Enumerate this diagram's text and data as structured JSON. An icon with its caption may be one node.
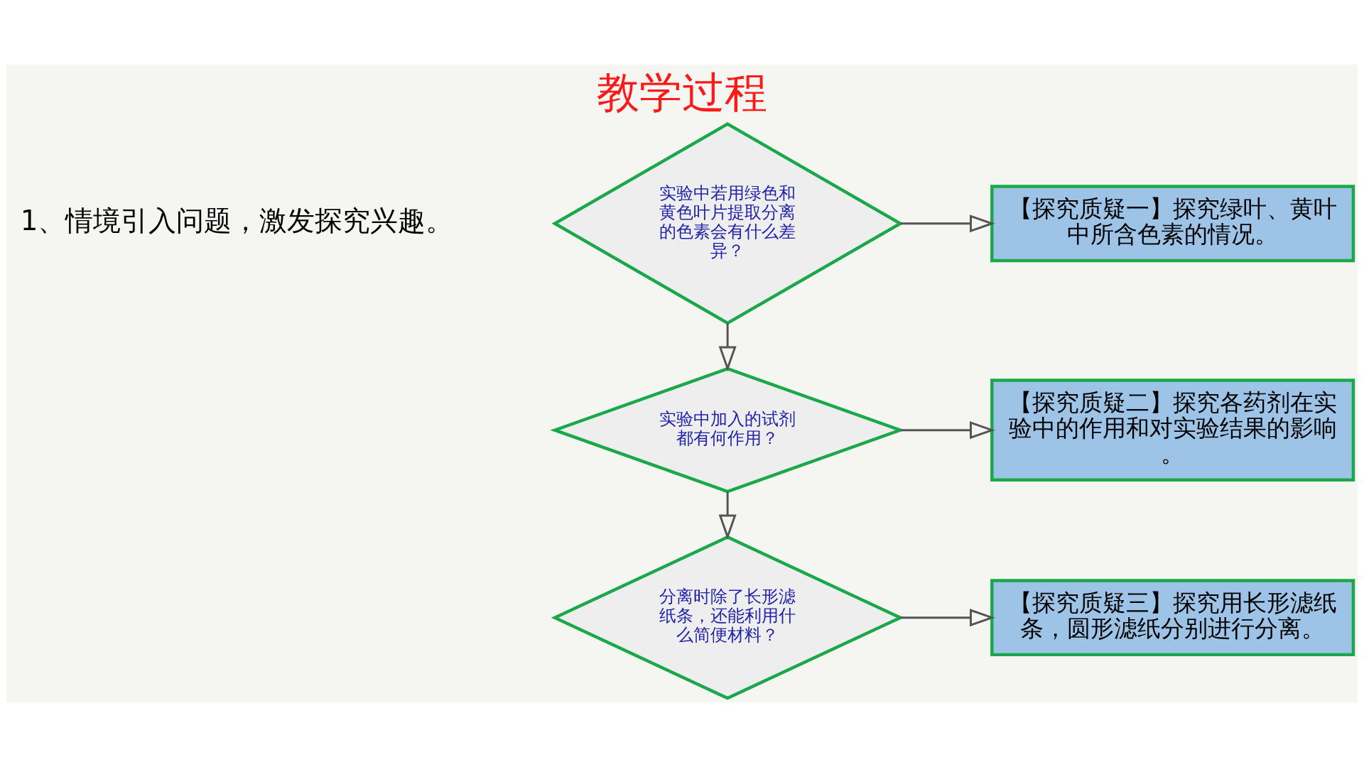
{
  "diagram": {
    "title": "教学过程",
    "nodes": [
      {
        "text": [
          "实验中若用绿色和黄色叶片提取分离的色素会有什么差异？"
        ]
      },
      {
        "text": [
          "【探究质疑一】探究绿叶、黄叶中所含色素的情况。"
        ]
      },
      {
        "text": [
          "实验中加入的试剂都有何作用？"
        ]
      },
      {
        "text": [
          "【探究质疑二】探究各药剂在实验中的作用和对实验结果的影响。"
        ]
      },
      {
        "text": [
          "分离时除了长形滤纸条，还能利用什么简便材料？"
        ]
      },
      {
        "text": [
          "【探究质疑三】探究用长形滤纸条，圆形滤纸分别进行分离。"
        ]
      }
    ],
    "edges": [
      {
        "from": 0,
        "to": 1,
        "arrow": "to"
      },
      {
        "from": 0,
        "to": 2,
        "arrow": "to"
      },
      {
        "from": 2,
        "to": 3,
        "arrow": "to"
      },
      {
        "from": 2,
        "to": 4,
        "arrow": "to"
      },
      {
        "from": 4,
        "to": 5,
        "arrow": "to"
      }
    ],
    "labels": [
      "1、情境引入问题，激发探究兴趣。"
    ]
  }
}
